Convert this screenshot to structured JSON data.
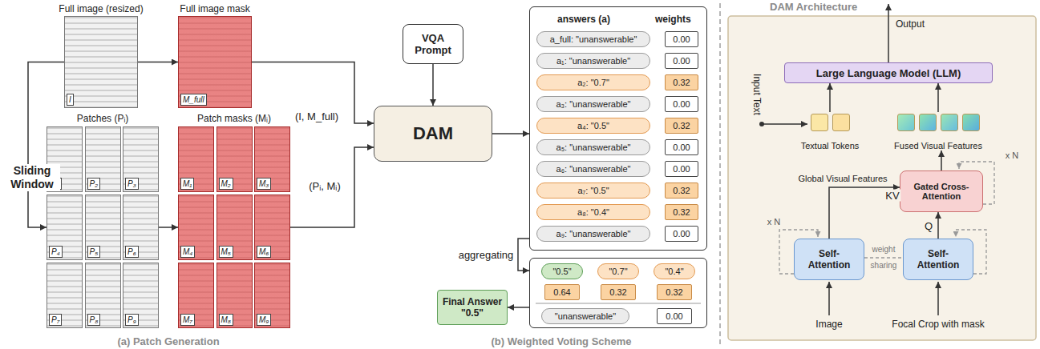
{
  "diagram": {
    "nodes": [
      {
        "text": [
          "Full image (resized)",
          "I"
        ]
      },
      {
        "text": [
          "Full image mask",
          "M_full"
        ]
      },
      {
        "text": [
          "Patches (Pᵢ)"
        ]
      },
      {
        "text": [
          "P₁"
        ],
        "in": 2
      },
      {
        "text": [
          "P₂"
        ],
        "in": 2
      },
      {
        "text": [
          "P₃"
        ],
        "in": 2
      },
      {
        "text": [
          "P₄"
        ],
        "in": 2
      },
      {
        "text": [
          "P₅"
        ],
        "in": 2
      },
      {
        "text": [
          "P₆"
        ],
        "in": 2
      },
      {
        "text": [
          "P₇"
        ],
        "in": 2
      },
      {
        "text": [
          "P₈"
        ],
        "in": 2
      },
      {
        "text": [
          "P₉"
        ],
        "in": 2
      },
      {
        "text": [
          "Patch masks (Mᵢ)"
        ]
      },
      {
        "text": [
          "M₁"
        ],
        "in": 12
      },
      {
        "text": [
          "M₂"
        ],
        "in": 12
      },
      {
        "text": [
          "M₃"
        ],
        "in": 12
      },
      {
        "text": [
          "M₄"
        ],
        "in": 12
      },
      {
        "text": [
          "M₅"
        ],
        "in": 12
      },
      {
        "text": [
          "M₆"
        ],
        "in": 12
      },
      {
        "text": [
          "M₇"
        ],
        "in": 12
      },
      {
        "text": [
          "M₈"
        ],
        "in": 12
      },
      {
        "text": [
          "M₉"
        ],
        "in": 12
      },
      {
        "text": [
          "VQA Prompt"
        ]
      },
      {
        "text": [
          "DAM"
        ]
      },
      {
        "text": [
          "answers (a)",
          "weights"
        ]
      },
      {
        "text": [
          "a_full: \"unanswerable\""
        ],
        "in": 24
      },
      {
        "text": [
          "0.00"
        ],
        "in": 24
      },
      {
        "text": [
          "a₁: \"unanswerable\""
        ],
        "in": 24
      },
      {
        "text": [
          "0.00"
        ],
        "in": 24
      },
      {
        "text": [
          "a₂: \"0.7\""
        ],
        "in": 24
      },
      {
        "text": [
          "0.32"
        ],
        "in": 24
      },
      {
        "text": [
          "a₃: \"unanswerable\""
        ],
        "in": 24
      },
      {
        "text": [
          "0.00"
        ],
        "in": 24
      },
      {
        "text": [
          "a₄: \"0.5\""
        ],
        "in": 24
      },
      {
        "text": [
          "0.32"
        ],
        "in": 24
      },
      {
        "text": [
          "a₅: \"unanswerable\""
        ],
        "in": 24
      },
      {
        "text": [
          "0.00"
        ],
        "in": 24
      },
      {
        "text": [
          "a₆: \"unanswerable\""
        ],
        "in": 24
      },
      {
        "text": [
          "0.00"
        ],
        "in": 24
      },
      {
        "text": [
          "a₇: \"0.5\""
        ],
        "in": 24
      },
      {
        "text": [
          "0.32"
        ],
        "in": 24
      },
      {
        "text": [
          "a₈: \"0.4\""
        ],
        "in": 24
      },
      {
        "text": [
          "0.32"
        ],
        "in": 24
      },
      {
        "text": [
          "a₉: \"unanswerable\""
        ],
        "in": 24
      },
      {
        "text": [
          "0.00"
        ],
        "in": 24
      },
      {
        "text": []
      },
      {
        "text": [
          "\"0.5\""
        ],
        "in": 45
      },
      {
        "text": [
          "\"0.7\""
        ],
        "in": 45
      },
      {
        "text": [
          "\"0.4\""
        ],
        "in": 45
      },
      {
        "text": [
          "0.64"
        ],
        "in": 45
      },
      {
        "text": [
          "0.32"
        ],
        "in": 45
      },
      {
        "text": [
          "0.32"
        ],
        "in": 45
      },
      {
        "text": [
          "\"unanswerable\""
        ],
        "in": 45
      },
      {
        "text": [
          "0.00"
        ],
        "in": 45
      },
      {
        "text": [
          "Final Answer \"0.5\""
        ]
      },
      {
        "text": [
          "DAM Architecture"
        ]
      },
      {
        "text": [
          "Large Language Model (LLM)"
        ],
        "in": 55
      },
      {
        "text": [
          "Textual Tokens"
        ],
        "in": 55
      },
      {
        "text": [
          "Fused Visual Features"
        ],
        "in": 55
      },
      {
        "text": [
          "Gated Cross-Attention"
        ],
        "in": 55
      },
      {
        "text": [
          "Self-Attention"
        ],
        "in": 55
      },
      {
        "text": [
          "Self-Attention"
        ],
        "in": 55
      }
    ],
    "edges": [
      {
        "from": 0,
        "to": 1,
        "arrow": "to"
      },
      {
        "from": 0,
        "to": 2,
        "label": "Sliding Window",
        "arrow": "to"
      },
      {
        "from": 2,
        "to": 12,
        "arrow": "to"
      },
      {
        "from": 1,
        "to": 23,
        "label": "(I, M_full)",
        "arrow": "to"
      },
      {
        "from": 12,
        "to": 23,
        "label": "(Pᵢ, Mᵢ)",
        "arrow": "to"
      },
      {
        "from": 22,
        "to": 23,
        "arrow": "to"
      },
      {
        "from": 23,
        "to": 24,
        "arrow": "to"
      },
      {
        "from": 24,
        "to": 45,
        "label": "aggregating",
        "arrow": "to"
      },
      {
        "from": 45,
        "to": 54,
        "arrow": "to"
      },
      {
        "from": 57,
        "to": 56,
        "arrow": "to"
      },
      {
        "from": 58,
        "to": 56,
        "arrow": "to"
      },
      {
        "from": 59,
        "to": 58,
        "arrow": "to"
      },
      {
        "from": 60,
        "to": 59,
        "label": "KV",
        "arrow": "to"
      },
      {
        "from": 61,
        "to": 59,
        "label": "Q",
        "arrow": "to"
      }
    ],
    "labels": [
      "(a) Patch Generation",
      "(b) Weighted Voting Scheme",
      "Output",
      "Input Text",
      "Global Visual Features",
      "x N",
      "x N",
      "weight sharing",
      "Image",
      "Focal Crop with mask"
    ]
  }
}
